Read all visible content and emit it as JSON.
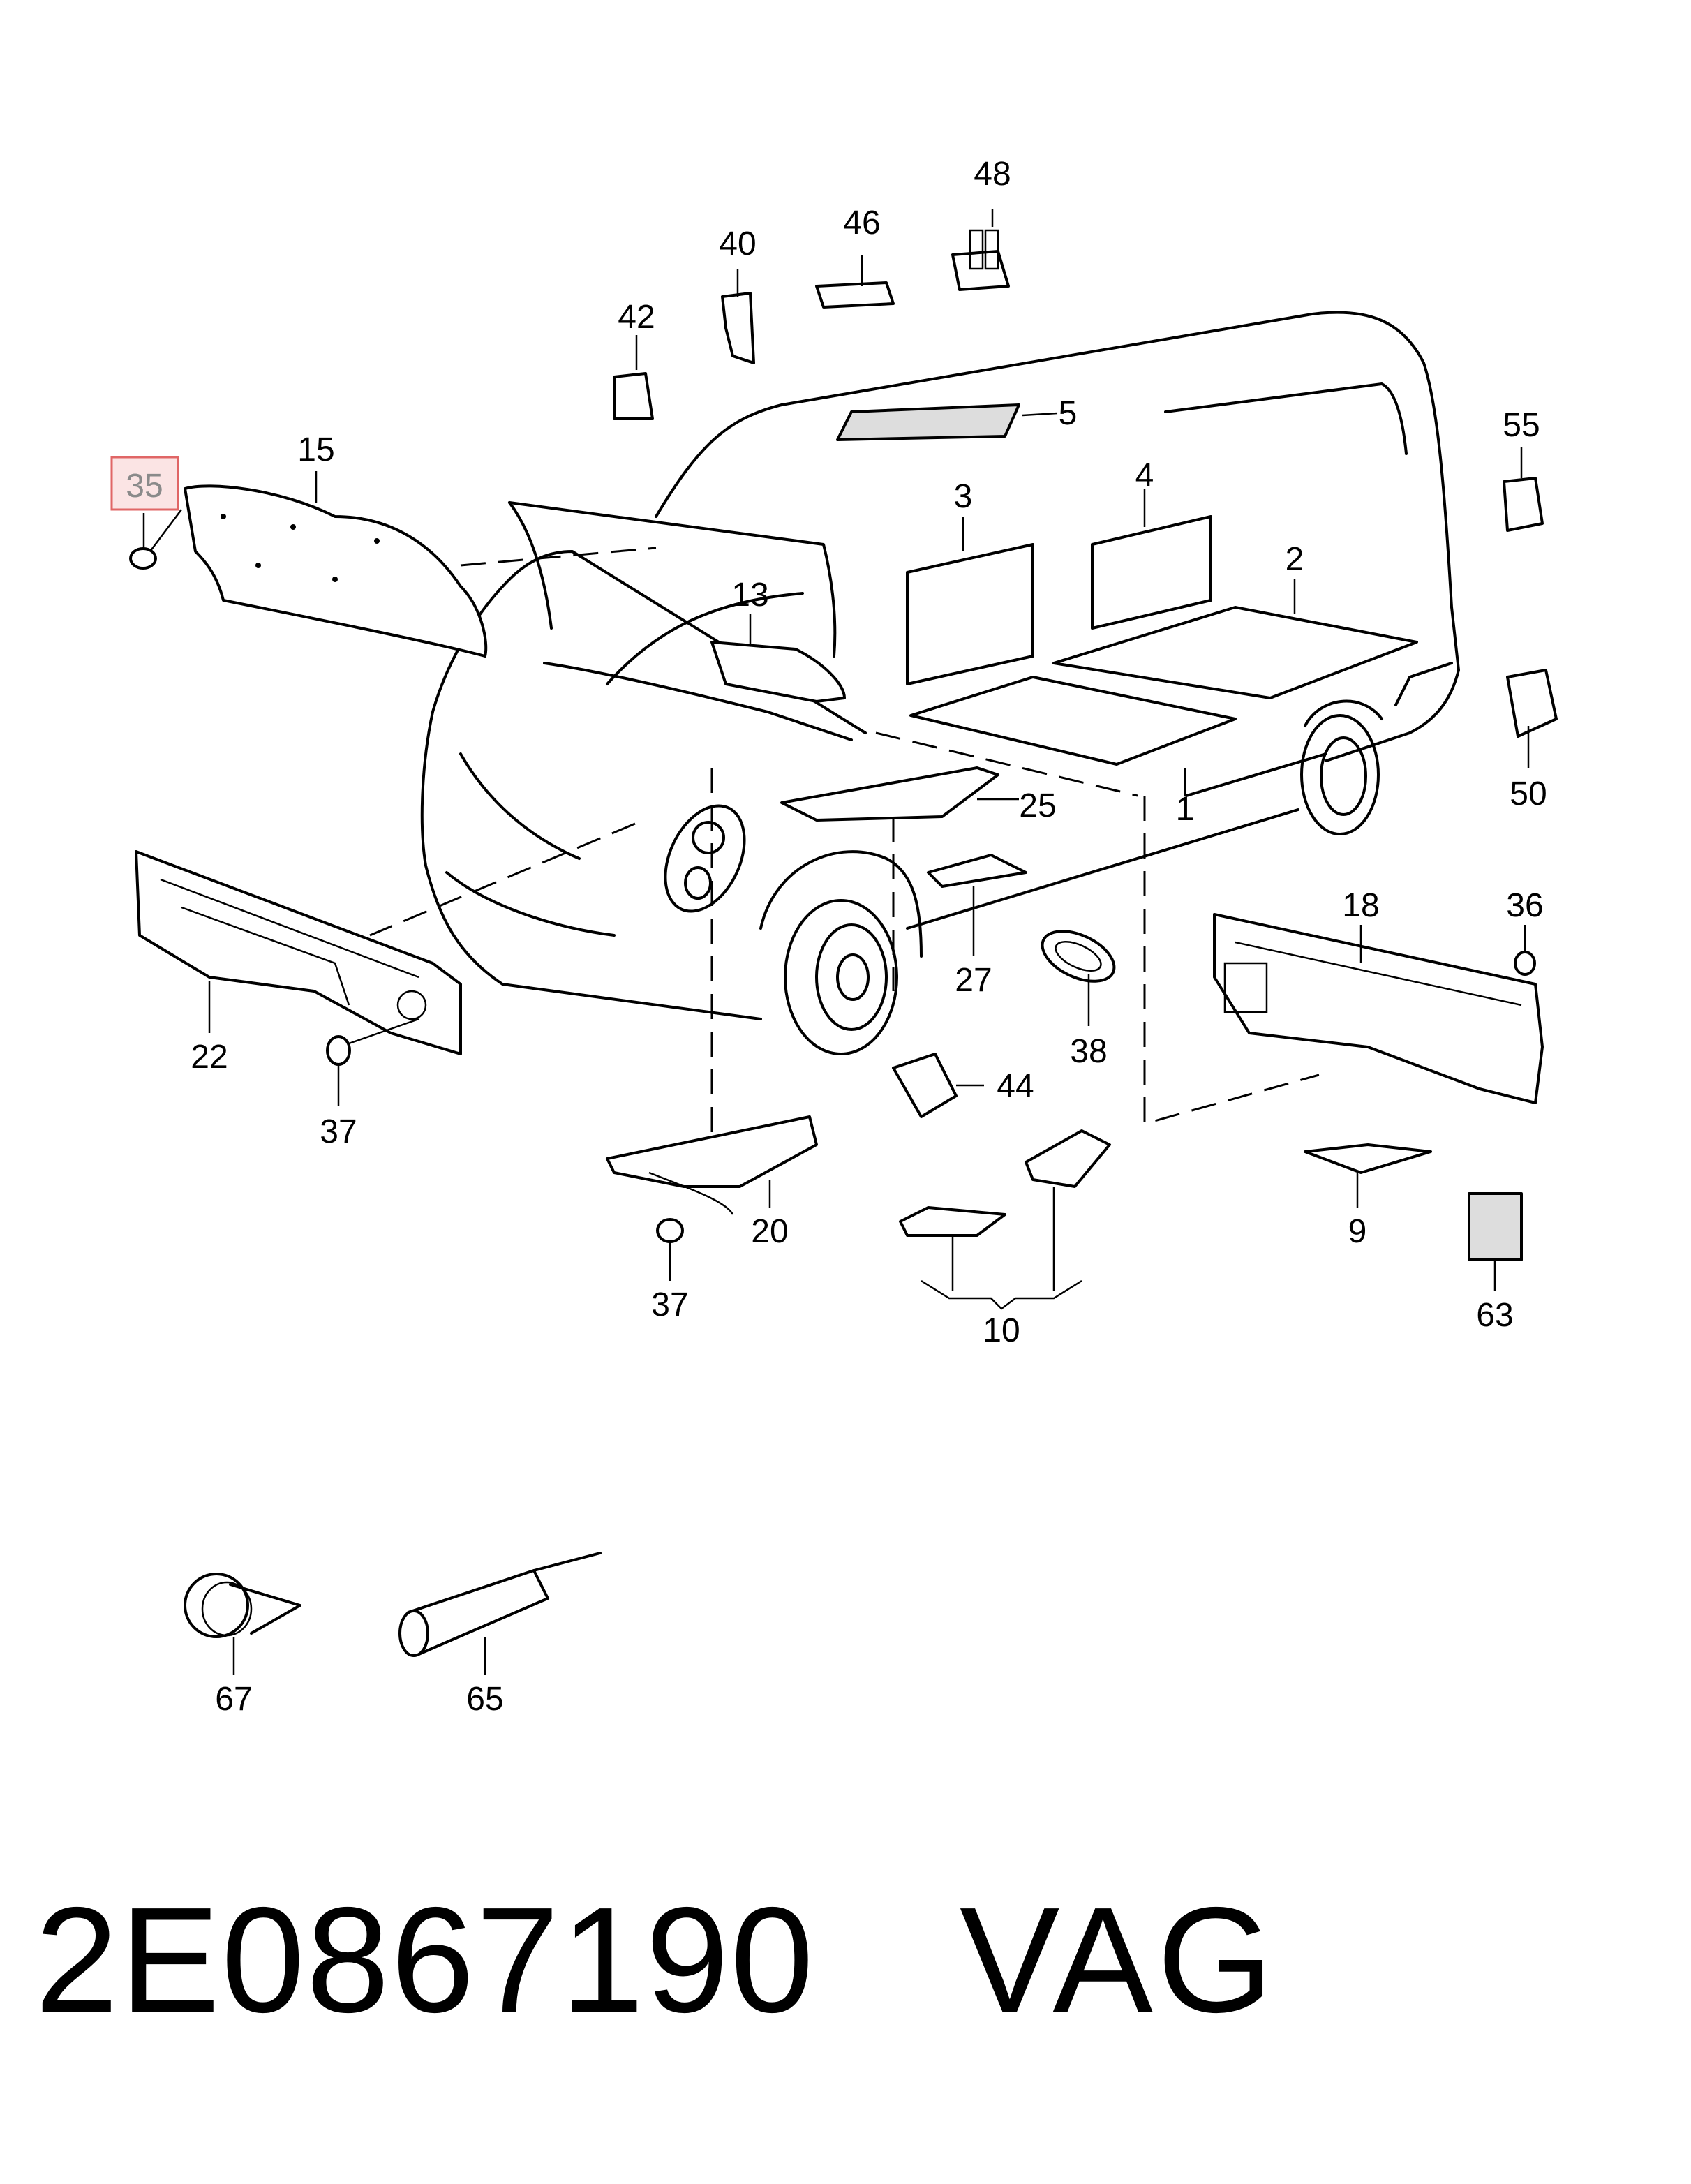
{
  "diagram": {
    "highlighted_callout": "35",
    "callouts": [
      {
        "id": "c48",
        "label": "48"
      },
      {
        "id": "c46",
        "label": "46"
      },
      {
        "id": "c40",
        "label": "40"
      },
      {
        "id": "c42",
        "label": "42"
      },
      {
        "id": "c5",
        "label": "5"
      },
      {
        "id": "c55",
        "label": "55"
      },
      {
        "id": "c35",
        "label": "35"
      },
      {
        "id": "c15",
        "label": "15"
      },
      {
        "id": "c3",
        "label": "3"
      },
      {
        "id": "c4",
        "label": "4"
      },
      {
        "id": "c2",
        "label": "2"
      },
      {
        "id": "c13",
        "label": "13"
      },
      {
        "id": "c50",
        "label": "50"
      },
      {
        "id": "c25",
        "label": "25"
      },
      {
        "id": "c1",
        "label": "1"
      },
      {
        "id": "c18",
        "label": "18"
      },
      {
        "id": "c36",
        "label": "36"
      },
      {
        "id": "c22",
        "label": "22"
      },
      {
        "id": "c27",
        "label": "27"
      },
      {
        "id": "c38",
        "label": "38"
      },
      {
        "id": "c37a",
        "label": "37"
      },
      {
        "id": "c44",
        "label": "44"
      },
      {
        "id": "c20",
        "label": "20"
      },
      {
        "id": "c9",
        "label": "9"
      },
      {
        "id": "c63",
        "label": "63"
      },
      {
        "id": "c37b",
        "label": "37"
      },
      {
        "id": "c10",
        "label": "10"
      },
      {
        "id": "c67",
        "label": "67"
      },
      {
        "id": "c65",
        "label": "65"
      }
    ]
  },
  "footer": {
    "part_number": "2E0867190",
    "brand": "VAG"
  },
  "colors": {
    "line": "#000000",
    "background": "#ffffff",
    "highlight_border": "#e06666",
    "highlight_fill": "#fbe4e4"
  }
}
